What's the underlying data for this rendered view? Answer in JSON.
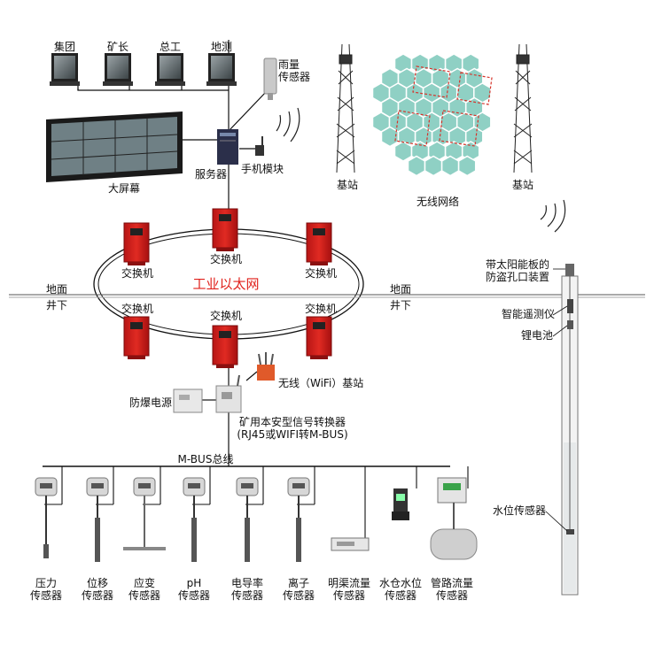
{
  "monitors": [
    "集团",
    "矿长",
    "总工",
    "地测"
  ],
  "big_screen": "大屏幕",
  "server": "服务器",
  "rain_sensor": "雨量\n传感器",
  "sms_module": "手机模块",
  "base_station": "基站",
  "wireless_network": "无线网络",
  "switch": "交换机",
  "ethernet": "工业以太网",
  "ground_above": "地面",
  "ground_below": "井下",
  "wifi_station": "无线（WiFi）基站",
  "power_supply": "防爆电源",
  "converter": "矿用本安型信号转换器\n(RJ45或WIFI转M-BUS)",
  "mbus": "M-BUS总线",
  "sensors": [
    "压力\n传感器",
    "位移\n传感器",
    "应变\n传感器",
    "pH\n传感器",
    "电导率\n传感器",
    "离子\n传感器",
    "明渠流量\n传感器",
    "水仓水位\n传感器",
    "管路流量\n传感器"
  ],
  "solar_device": "带太阳能板的\n防盗孔口装置",
  "monitor_device": "智能遥测仪",
  "battery": "锂电池",
  "water_level_sensor": "水位传感器"
}
